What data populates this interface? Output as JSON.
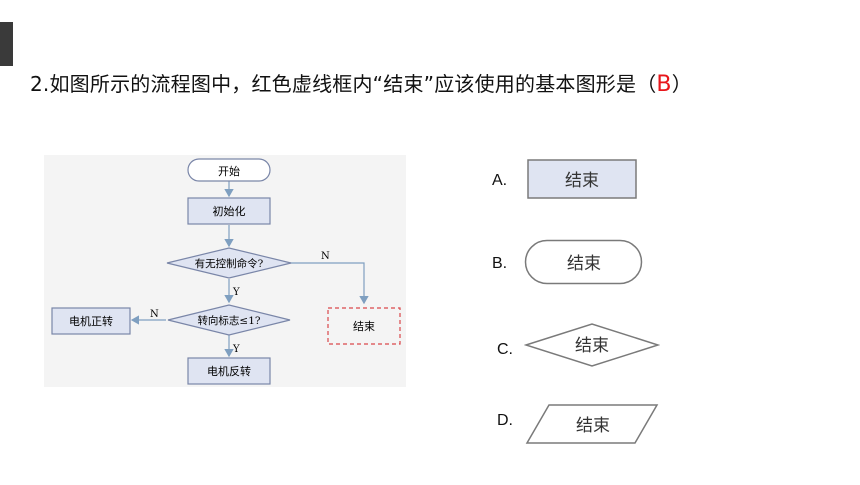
{
  "question": {
    "text": "2.如图所示的流程图中，红色虚线框内“结束”应该使用的基本图形是（",
    "answer": "B",
    "close_paren": "）"
  },
  "flowchart": {
    "start": "开始",
    "init": "初始化",
    "decision1": "有无控制命令?",
    "decision2": "转向标志≤1?",
    "left_action": "电机正转",
    "bottom_action": "电机反转",
    "end": "结束",
    "label_n1": "N",
    "label_y1": "Y",
    "label_n2": "N",
    "label_y2": "Y"
  },
  "options": [
    {
      "letter": "A.",
      "shape": "rectangle",
      "label": "结束"
    },
    {
      "letter": "B.",
      "shape": "rounded-terminal",
      "label": "结束"
    },
    {
      "letter": "C.",
      "shape": "diamond",
      "label": "结束"
    },
    {
      "letter": "D.",
      "shape": "parallelogram",
      "label": "结束"
    }
  ],
  "colors": {
    "answer": "#e8161b",
    "flow_line": "#7f9fc0",
    "shape_fill": "#dfe4f2",
    "shape_stroke": "#7a86a8",
    "end_dash": "#d9474b"
  }
}
